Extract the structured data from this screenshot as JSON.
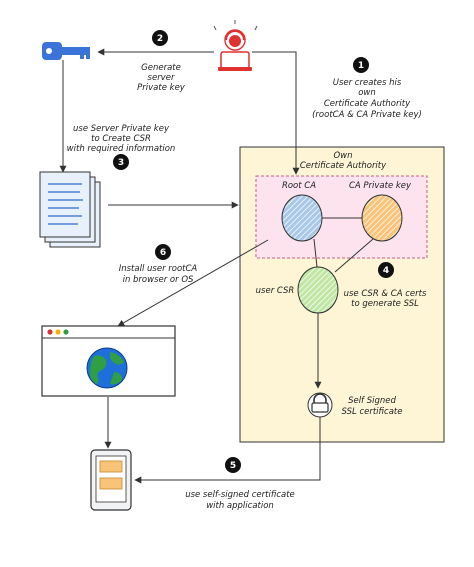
{
  "colors": {
    "authority_fill": "#fdf5d6",
    "rootca_inner_fill": "#fde3ee",
    "root_ca_color": "#a9c8e8",
    "ca_key_color": "#f7c47a",
    "user_csr_color": "#c0e6a4",
    "key_icon": "#3b74d8",
    "dev_icon": "#e03131"
  },
  "steps": [
    {
      "num": "1",
      "lines": [
        "User creates his",
        "own",
        "Certificate Authority",
        "(rootCA & CA Private key)"
      ]
    },
    {
      "num": "2",
      "lines": [
        "Generate",
        "server",
        "Private key"
      ]
    },
    {
      "num": "3",
      "lines": [
        "use Server Private key",
        "to Create CSR",
        "with required information"
      ]
    },
    {
      "num": "4",
      "lines": [
        "use CSR & CA certs",
        "to generate SSL"
      ]
    },
    {
      "num": "5",
      "lines": [
        "use self-signed certificate",
        "with application"
      ]
    },
    {
      "num": "6",
      "lines": [
        "Install user rootCA",
        "in browser or OS"
      ]
    }
  ],
  "authority_title": [
    "Own",
    "Certificate Authority"
  ],
  "nodes": {
    "root_ca": "Root CA",
    "ca_key": "CA Private key",
    "user_csr": "user CSR",
    "ssl_cert": [
      "Self Signed",
      "SSL certificate"
    ]
  },
  "icons": {
    "key": "key-icon",
    "developer": "developer-laptop-icon",
    "documents": "document-stack-icon",
    "browser": "browser-window-icon",
    "globe": "globe-icon",
    "phone": "mobile-phone-icon",
    "lock": "lock-icon"
  }
}
